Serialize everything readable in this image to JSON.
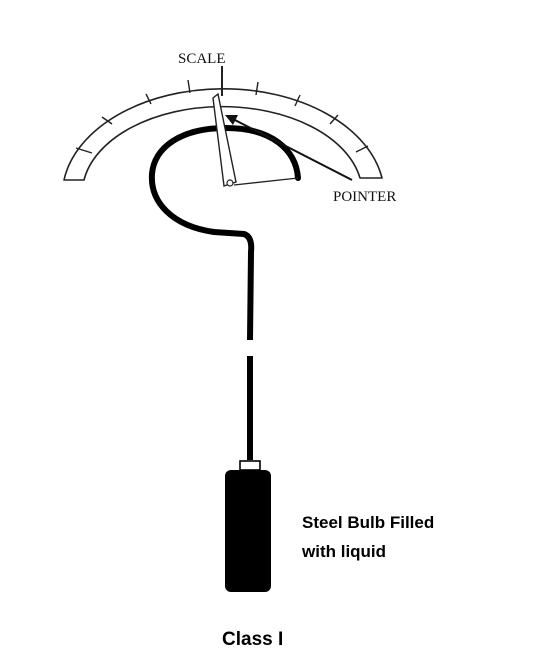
{
  "labels": {
    "scale": "SCALE",
    "pointer": "POINTER",
    "bulb_line1": "Steel Bulb Filled",
    "bulb_line2": "with liquid",
    "caption": "Class I"
  },
  "colors": {
    "ink": "#000000",
    "background": "#ffffff"
  }
}
